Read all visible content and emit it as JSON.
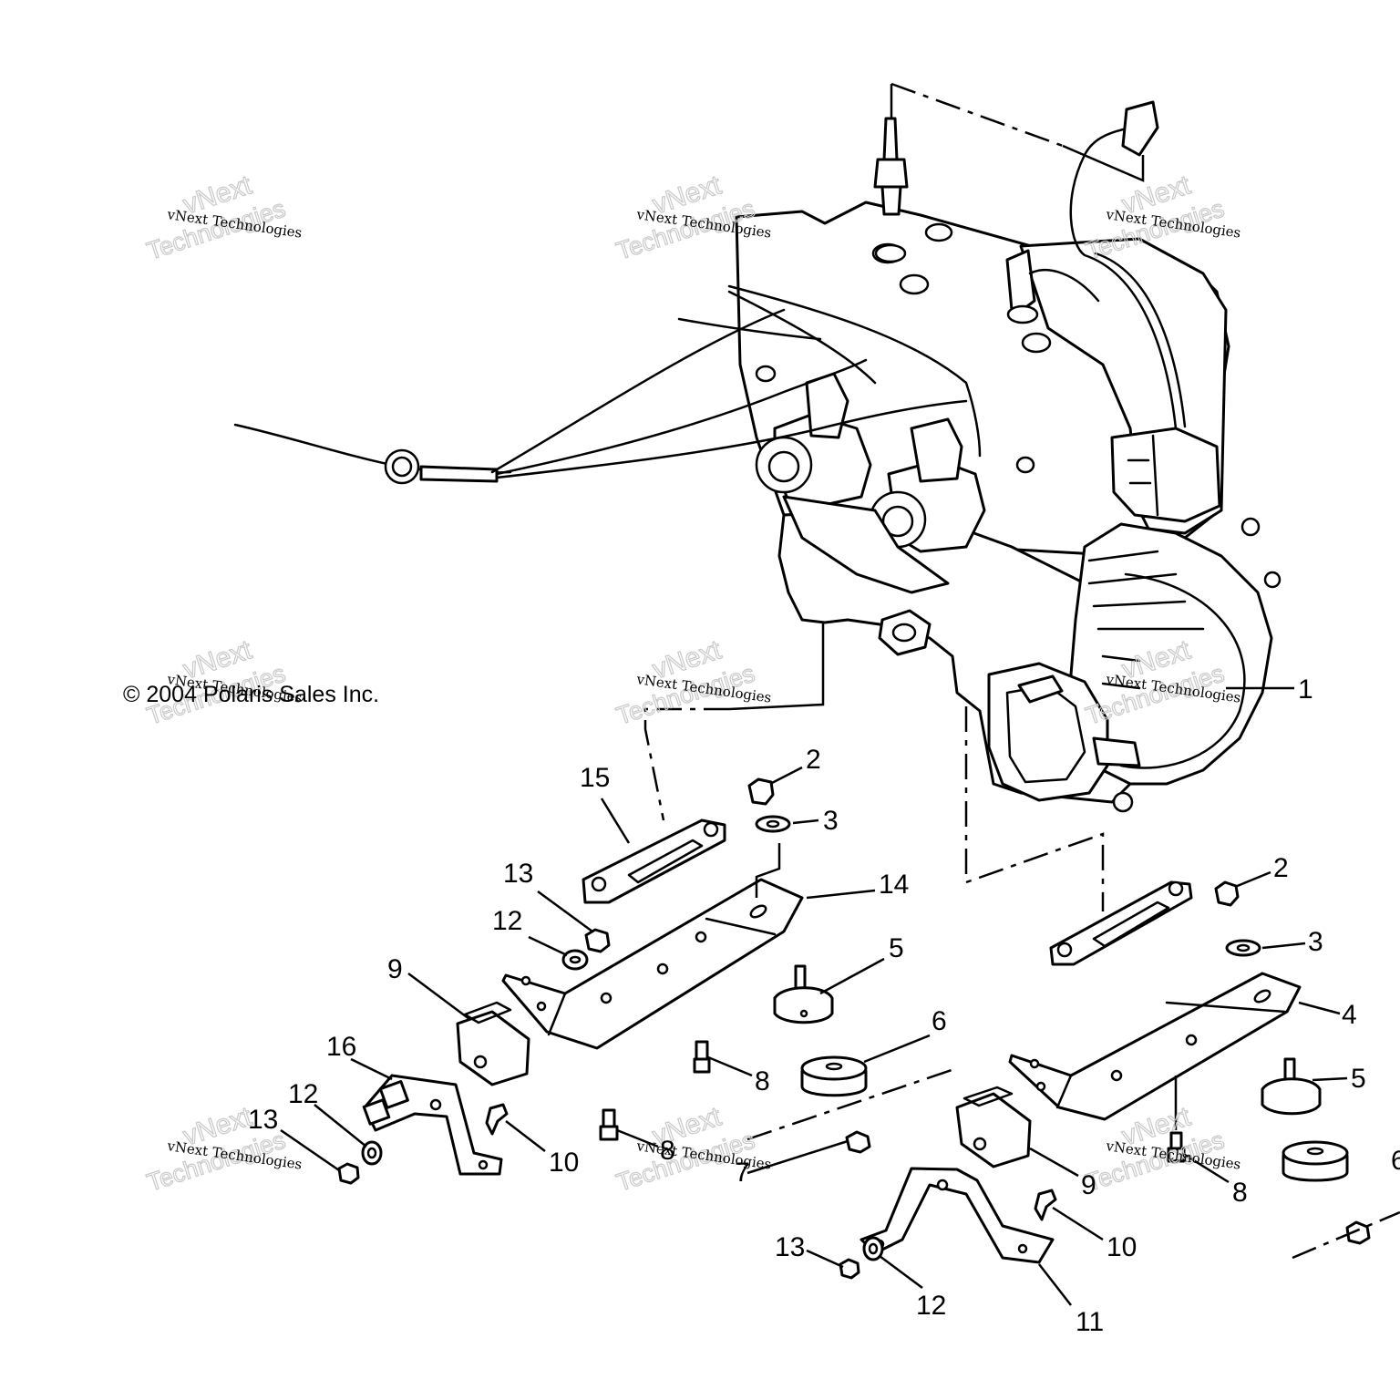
{
  "diagram": {
    "copyright": "© 2004 Polaris Sales Inc.",
    "watermark": {
      "line1": "vNext Technologies",
      "line2": "vNext",
      "line3": "Technologies"
    },
    "callouts": [
      "1",
      "2",
      "3",
      "14",
      "15",
      "13",
      "12",
      "9",
      "5",
      "4",
      "16",
      "6",
      "8",
      "10",
      "11",
      "7"
    ]
  }
}
